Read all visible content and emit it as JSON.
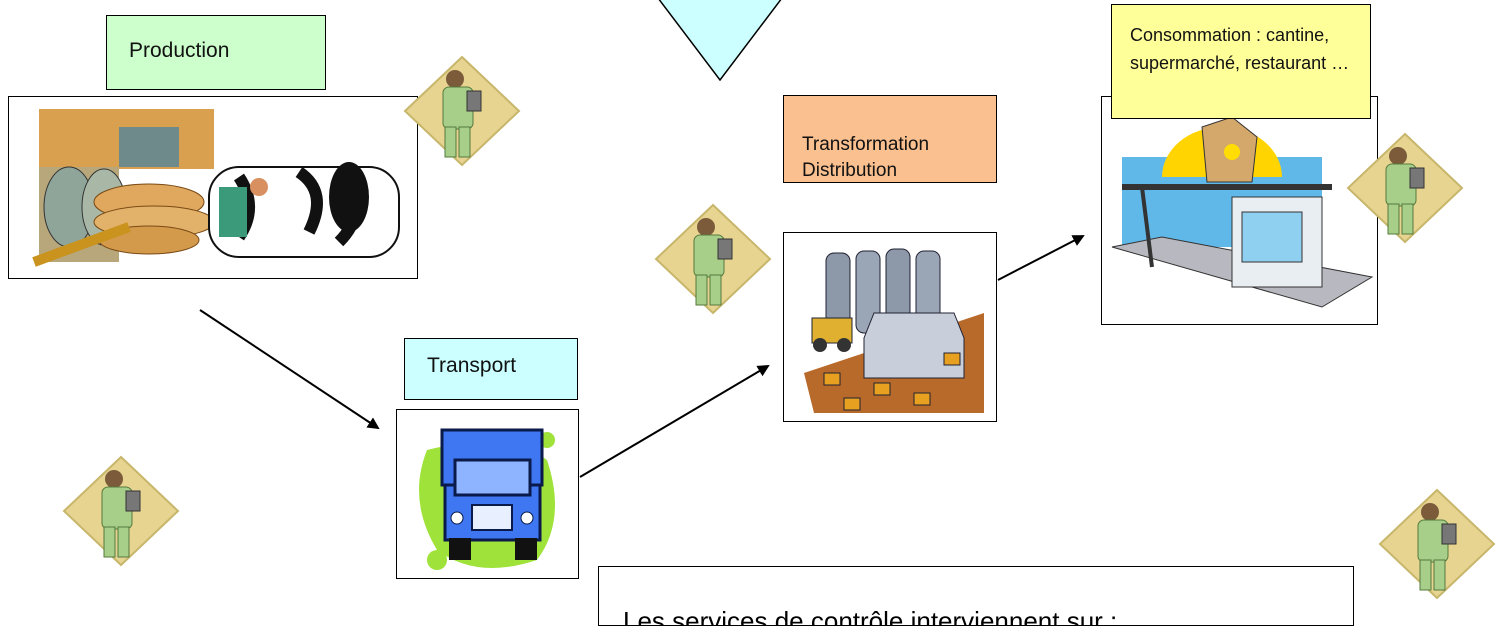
{
  "labels": {
    "production": "Production",
    "transport": "Transport",
    "transformation": "Transformation\nDistribution",
    "consommation": "Consommation : cantine, supermarché, restaurant …"
  },
  "note_text": "Les services de contrôle interviennent sur :",
  "colors": {
    "production_bg": "#ccffcc",
    "transport_bg": "#ccffff",
    "transformation_bg": "#fac090",
    "consommation_bg": "#ffff99",
    "triangle_fill": "#ccffff"
  },
  "icons": [
    "inspector-icon",
    "farm-produce-icon",
    "truck-icon",
    "factory-icon",
    "supermarket-icon",
    "down-triangle"
  ]
}
